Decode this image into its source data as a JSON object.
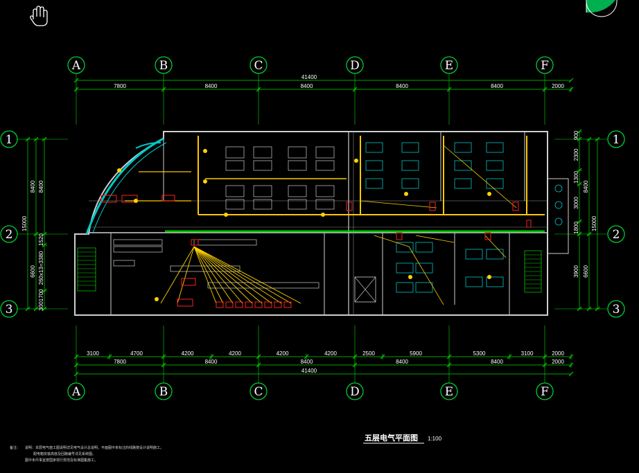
{
  "drawing": {
    "title": "五层电气平面图",
    "scale": "1:100",
    "colors": {
      "background": "#000000",
      "grid_bubble": "#00cc33",
      "dimension": "#00dd00",
      "wall": "#cfcfcf",
      "wall_accent": "#00c8c8",
      "cable_tray": "#ffc800",
      "wiring": "#ffd400",
      "equipment": "#ff2020",
      "text": "#ffffff"
    }
  },
  "axes_x": [
    "A",
    "B",
    "C",
    "D",
    "E",
    "F"
  ],
  "axes_y": [
    "1",
    "2",
    "3"
  ],
  "dims_top": {
    "total": "41400",
    "segments": [
      "7800",
      "8400",
      "8400",
      "8400",
      "8400",
      "2000"
    ]
  },
  "dims_bottom": {
    "detail": [
      "3100",
      "4700",
      "4200",
      "4200",
      "4200",
      "4200",
      "2500",
      "5900",
      "5300",
      "3100",
      "2000"
    ],
    "segments": [
      "7800",
      "8400",
      "8400",
      "8400",
      "8400",
      "2000"
    ],
    "total": "41400"
  },
  "dims_left": {
    "total": "15000",
    "segments": [
      "8400",
      "6600"
    ],
    "inner": [
      "8400",
      "1520",
      "260x13=3380",
      "3001700"
    ]
  },
  "dims_right": {
    "inner": [
      "900",
      "2300",
      "1300",
      "3000",
      "1800",
      "3900"
    ],
    "segments": [
      "8400",
      "6600"
    ],
    "total": "15000"
  },
  "notes": [
    "备注：",
    "说明：本层电气施工图说明详见电气设计总说明，平面图中未标注的线路按设计说明施工。",
    "配电箱安装高度及回路编号详见系统图。",
    "图中未尽事宜按国家现行规范及标准图集施工。"
  ]
}
